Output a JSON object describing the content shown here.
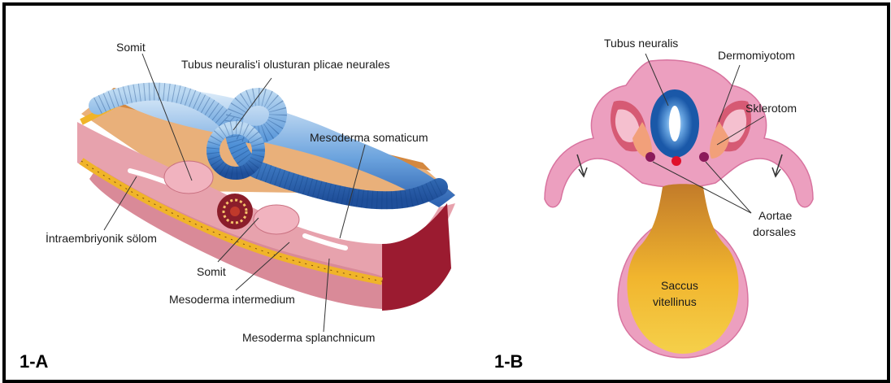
{
  "panel_a": {
    "label": "1-A",
    "labels": {
      "somit_top": "Somit",
      "tubus_plicae": "Tubus neuralis'i olusturan plicae neurales",
      "mesoderma_somaticum": "Mesoderma somaticum",
      "intraembriyonik_solom": "İntraembriyonik sölom",
      "somit_bottom": "Somit",
      "mesoderma_intermedium": "Mesoderma intermedium",
      "mesoderma_splanchnicum": "Mesoderma splanchnicum"
    }
  },
  "panel_b": {
    "label": "1-B",
    "labels": {
      "tubus_neuralis": "Tubus neuralis",
      "dermomiyotom": "Dermomiyotom",
      "sklerotom": "Sklerotom",
      "aortae_line1": "Aortae",
      "aortae_line2": "dorsales",
      "saccus_line1": "Saccus",
      "saccus_line2": "vitellinus"
    }
  },
  "colors": {
    "neural_blue": "#3a7fc9",
    "mesoderm_pink": "#e8a0b0",
    "somatic_red": "#9b1b30",
    "yolk_yellow": "#f0b429",
    "aorta_dark": "#7a1040"
  }
}
